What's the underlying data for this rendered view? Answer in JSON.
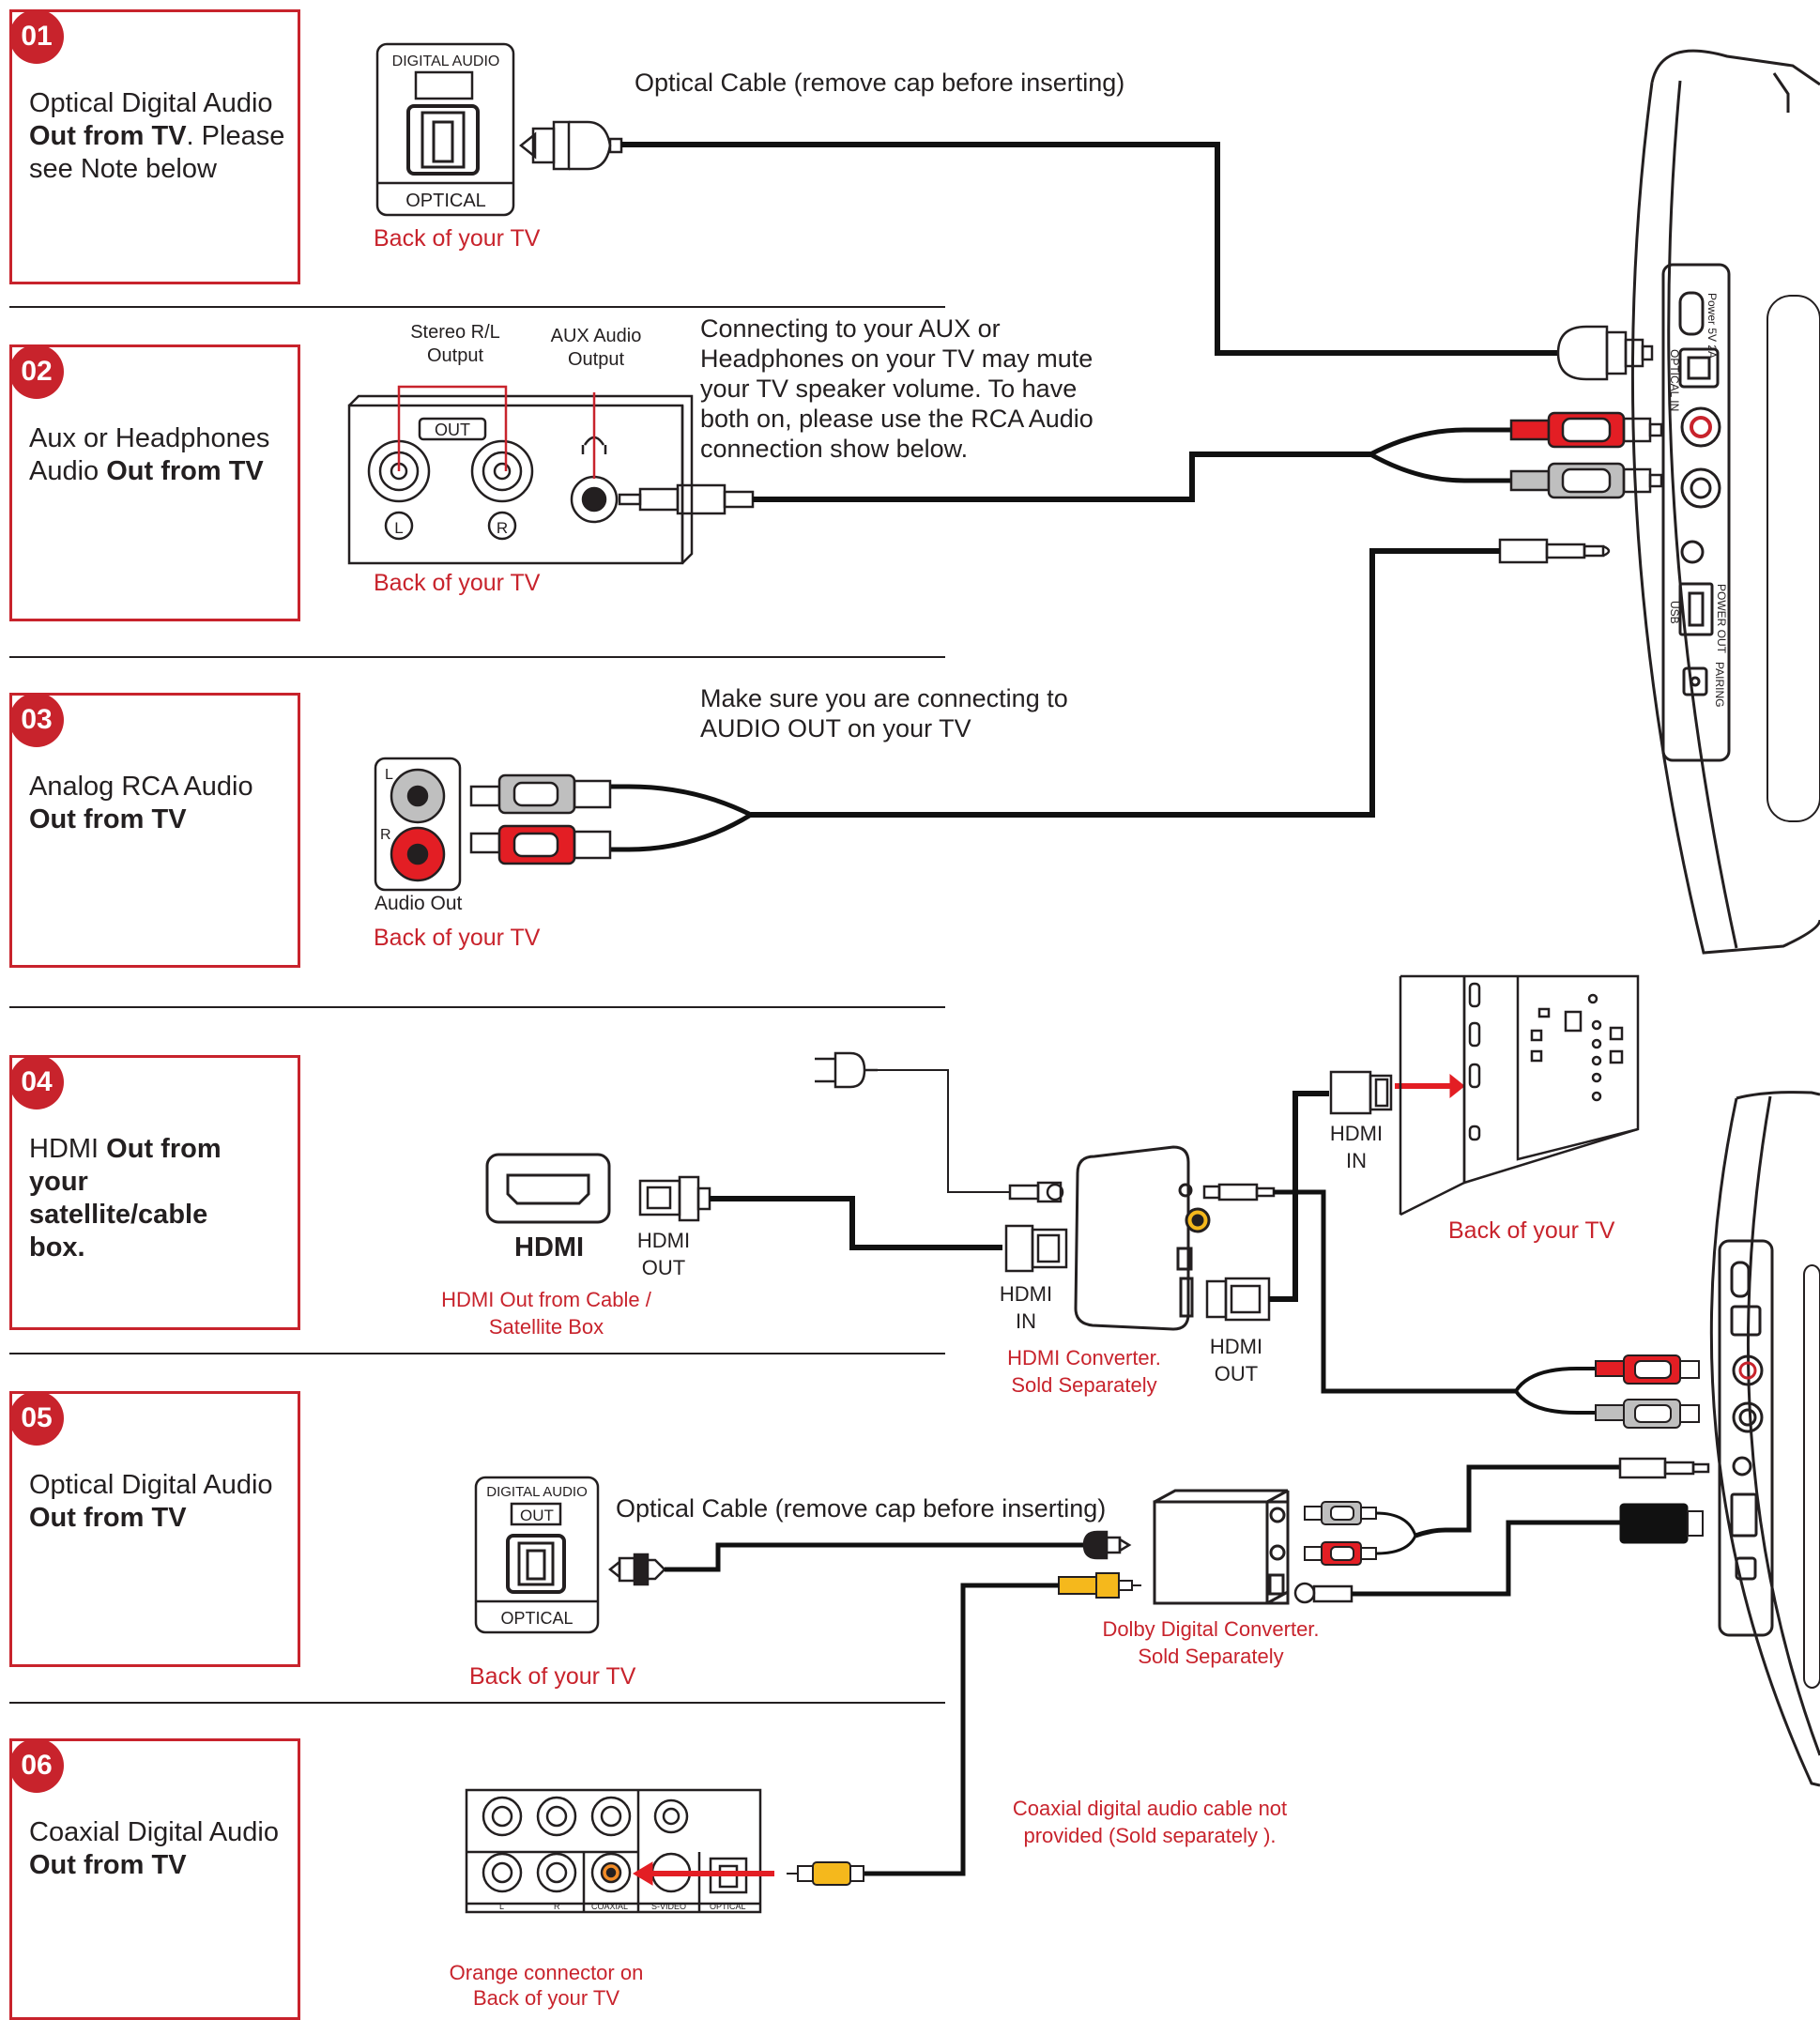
{
  "sections": [
    {
      "num": "01",
      "plain": "Optical Digital Audio ",
      "bold": "Out from TV",
      "rest": ". Please see Note below"
    },
    {
      "num": "02",
      "plain": "Aux or Headphones Audio ",
      "bold": "Out from TV",
      "rest": ""
    },
    {
      "num": "03",
      "plain": "Analog RCA Audio ",
      "bold": "Out from TV",
      "rest": ""
    },
    {
      "num": "04",
      "plain": "HDMI ",
      "bold": "Out from your satellite/cable box.",
      "rest": ""
    },
    {
      "num": "05",
      "plain": "Optical Digital Audio ",
      "bold": "Out from TV",
      "rest": ""
    },
    {
      "num": "06",
      "plain": "Coaxial Digital Audio ",
      "bold": "Out from TV",
      "rest": ""
    }
  ],
  "labels": {
    "back_of_tv": "Back of your TV",
    "digital_audio": "DIGITAL AUDIO",
    "optical": "OPTICAL",
    "out": "OUT",
    "optical_cable_note": "Optical Cable (remove cap before inserting)",
    "stereo_output": "Stereo R/L Output",
    "aux_output": "AUX Audio Output",
    "left": "L",
    "right": "R",
    "aux_note": "Connecting to your AUX or Headphones on your TV may mute your TV speaker volume.  To have both on, please use the RCA Audio connection show below.",
    "rca_note": "Make sure you are connecting to AUDIO OUT on your TV",
    "audio_out": "Audio Out",
    "hdmi": "HDMI",
    "hdmi_out": "HDMI OUT",
    "hdmi_in": "HDMI IN",
    "hdmi_out_source": "HDMI Out from Cable / Satellite Box",
    "hdmi_converter": "HDMI Converter. Sold Separately",
    "dolby_converter": "Dolby Digital Converter. Sold Separately",
    "coax_note": "Coaxial digital audio cable not provided (Sold separately ).",
    "orange_connector": "Orange connector on Back of your TV",
    "coaxial": "COAXIAL",
    "s_video": "S-VIDEO",
    "power": "Power 5V 2A",
    "optical_in": "OPTICAL IN",
    "power_out": "POWER OUT",
    "usb": "USB",
    "pairing": "PAIRING"
  },
  "colors": {
    "accent": "#c8232c",
    "cable": "#111111",
    "plug_red": "#e31e24",
    "plug_grey": "#bfbfbf",
    "plug_yellow": "#f5b81c",
    "coax_orange": "#f28c28"
  }
}
